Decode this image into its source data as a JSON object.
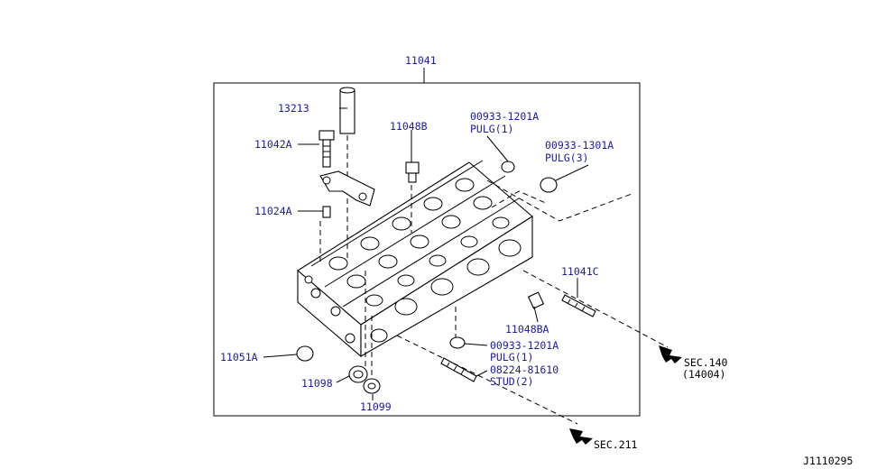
{
  "diagram_id": "J1110295",
  "labels": {
    "frame_part": "11041",
    "dowel_13213": "13213",
    "bolt_11042A": "11042A",
    "dowel_11024A": "11024A",
    "plug_11048B": "11048B",
    "plug_00933_1201A_top": "00933-1201A",
    "pulg1_top": "PULG(1)",
    "plug_00933_1301A": "00933-1301A",
    "pulg3": "PULG(3)",
    "stud_11041C": "11041C",
    "plug_11048BA": "11048BA",
    "plug_00933_1201A_bottom": "00933-1201A",
    "pulg1_bottom": "PULG(1)",
    "stud_08224_81610": "08224-81610",
    "stud2": "STUD(2)",
    "seal_11051A": "11051A",
    "seal_11098": "11098",
    "seal_11099": "11099",
    "sec140": "SEC.140",
    "sec140_sub": "(14004)",
    "sec211": "SEC.211"
  },
  "colors": {
    "label": "#1a1aa6",
    "line": "#000000",
    "background": "#ffffff"
  }
}
